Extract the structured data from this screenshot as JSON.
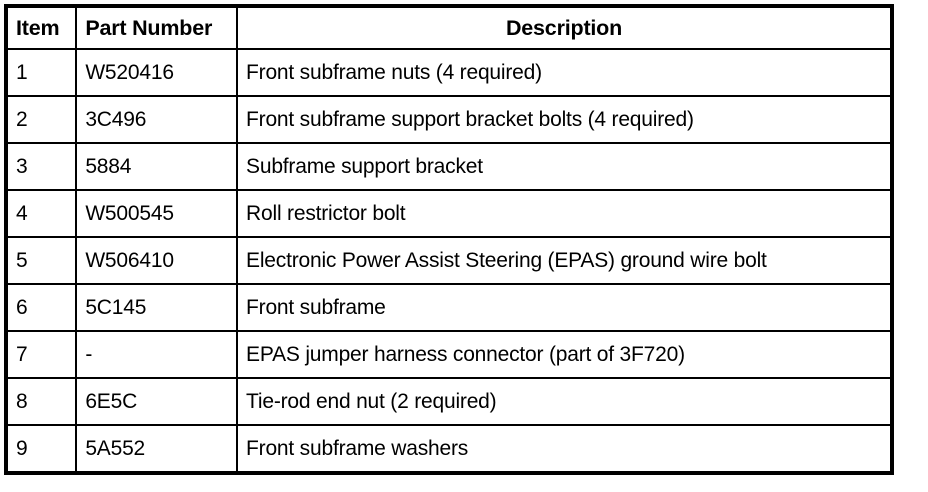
{
  "table": {
    "columns": [
      {
        "key": "item",
        "label": "Item",
        "align": "left"
      },
      {
        "key": "part_number",
        "label": "Part Number",
        "align": "left"
      },
      {
        "key": "description",
        "label": "Description",
        "align": "center"
      }
    ],
    "rows": [
      {
        "item": "1",
        "part_number": "W520416",
        "description": "Front subframe nuts (4 required)"
      },
      {
        "item": "2",
        "part_number": "3C496",
        "description": "Front subframe support bracket bolts (4 required)"
      },
      {
        "item": "3",
        "part_number": "5884",
        "description": "Subframe support bracket"
      },
      {
        "item": "4",
        "part_number": "W500545",
        "description": "Roll restrictor bolt"
      },
      {
        "item": "5",
        "part_number": "W506410",
        "description": "Electronic Power Assist Steering (EPAS) ground wire bolt"
      },
      {
        "item": "6",
        "part_number": "5C145",
        "description": "Front subframe"
      },
      {
        "item": "7",
        "part_number": "-",
        "description": "EPAS jumper harness connector (part of 3F720)"
      },
      {
        "item": "8",
        "part_number": "6E5C",
        "description": "Tie-rod end nut (2 required)"
      },
      {
        "item": "9",
        "part_number": "5A552",
        "description": "Front subframe washers"
      }
    ]
  },
  "colors": {
    "border": "#000000",
    "background": "#ffffff",
    "text": "#000000"
  }
}
